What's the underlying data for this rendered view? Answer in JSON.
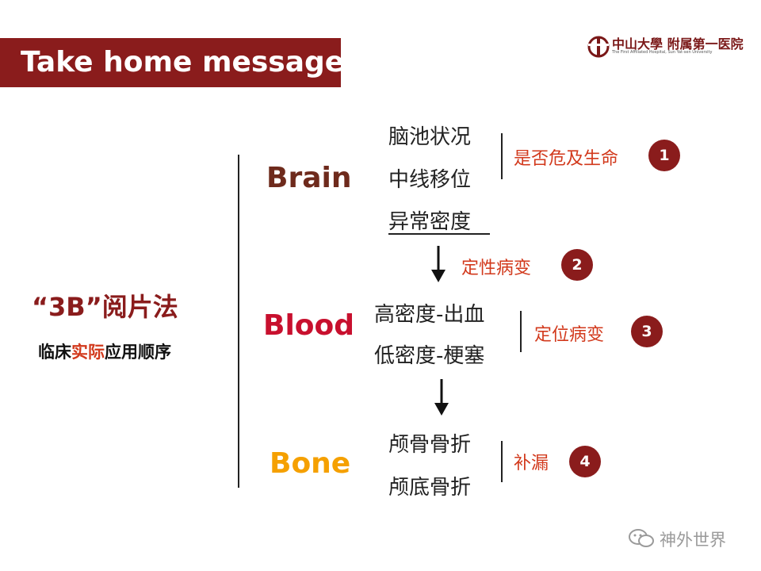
{
  "title": "Take home message",
  "logo": {
    "name": "中山大學 附属第一医院",
    "subtitle": "The First Affiliated Hospital, Sun Yat-sen University",
    "brand_color": "#7a1818"
  },
  "method": {
    "title": "“3B”阅片法",
    "sequence_prefix": "临床",
    "sequence_highlight": "实际",
    "sequence_suffix": "应用顺序"
  },
  "sections": {
    "brain": {
      "heading": "Brain",
      "color": "#6e2a1c",
      "items": [
        "脑池状况",
        "中线移位",
        "异常密度"
      ],
      "note": "是否危及生命",
      "badge": "1"
    },
    "blood": {
      "heading": "Blood",
      "color": "#c8102e",
      "items": [
        "高密度-出血",
        "低密度-梗塞"
      ],
      "note": "定位病变",
      "badge": "3"
    },
    "bone": {
      "heading": "Bone",
      "color": "#f5a000",
      "items": [
        "颅骨骨折",
        "颅底骨折"
      ],
      "note": "补漏",
      "badge": "4"
    }
  },
  "transition": {
    "note": "定性病变",
    "badge": "2"
  },
  "watermark": "神外世界",
  "colors": {
    "accent": "#8a1c1c",
    "note": "#d2391c"
  }
}
